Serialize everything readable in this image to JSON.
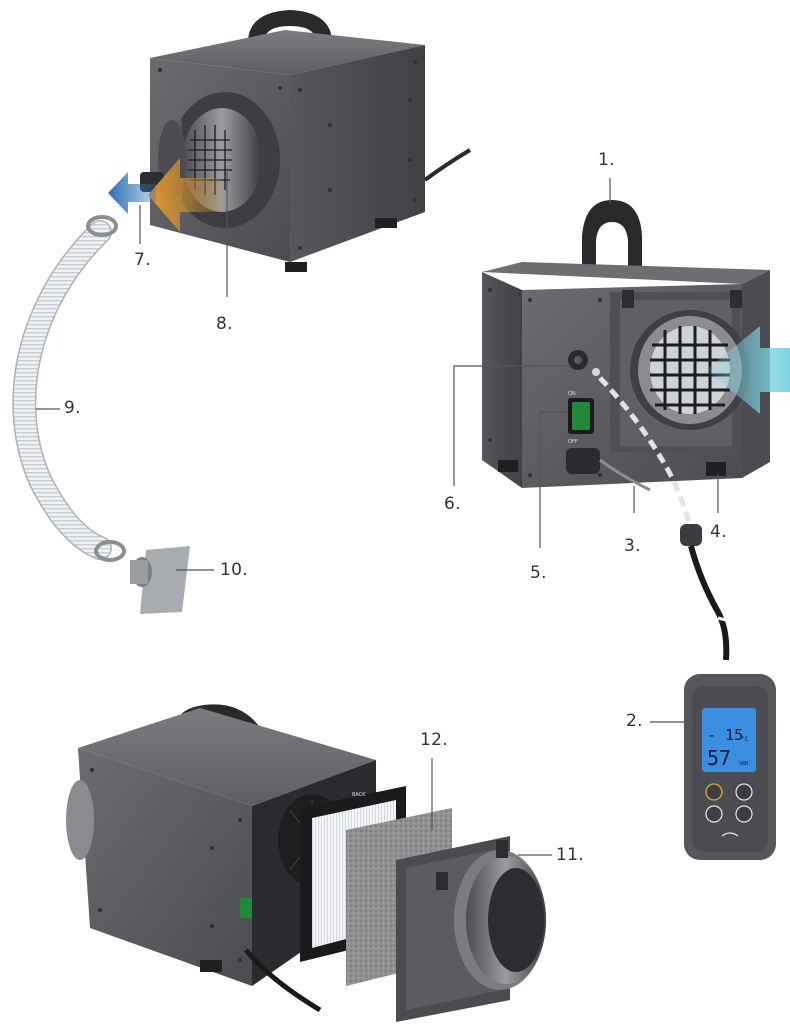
{
  "callouts": {
    "c1": "1.",
    "c2": "2.",
    "c3": "3.",
    "c4": "4.",
    "c5": "5.",
    "c6": "6.",
    "c7": "7.",
    "c8": "8.",
    "c9": "9.",
    "c10": "10.",
    "c11": "11.",
    "c12": "12."
  },
  "controller": {
    "lcd_humidity_prefix": "- ",
    "lcd_humidity": "15",
    "lcd_unit_c": "°C",
    "lcd_temp": "57",
    "lcd_unit_rh": "%RH"
  },
  "switch": {
    "on_label": "ON",
    "off_label": "OFF"
  },
  "filter": {
    "back_label": "BACK"
  },
  "colors": {
    "unit_body": "#5d5f63",
    "unit_dark": "#3c3e42",
    "handle": "#2a2a2c",
    "airflow_in": "#7fd3e0",
    "airflow_out_orange": "#e59a2c",
    "airflow_out_blue": "#2f6fb5",
    "lcd": "#3b8fe0",
    "switch_green": "#1f8a3a",
    "controller_body": "#55575b"
  },
  "icons": [
    "power-icon",
    "fan-icon",
    "drop-icon",
    "timer-icon",
    "wifi-icon"
  ]
}
